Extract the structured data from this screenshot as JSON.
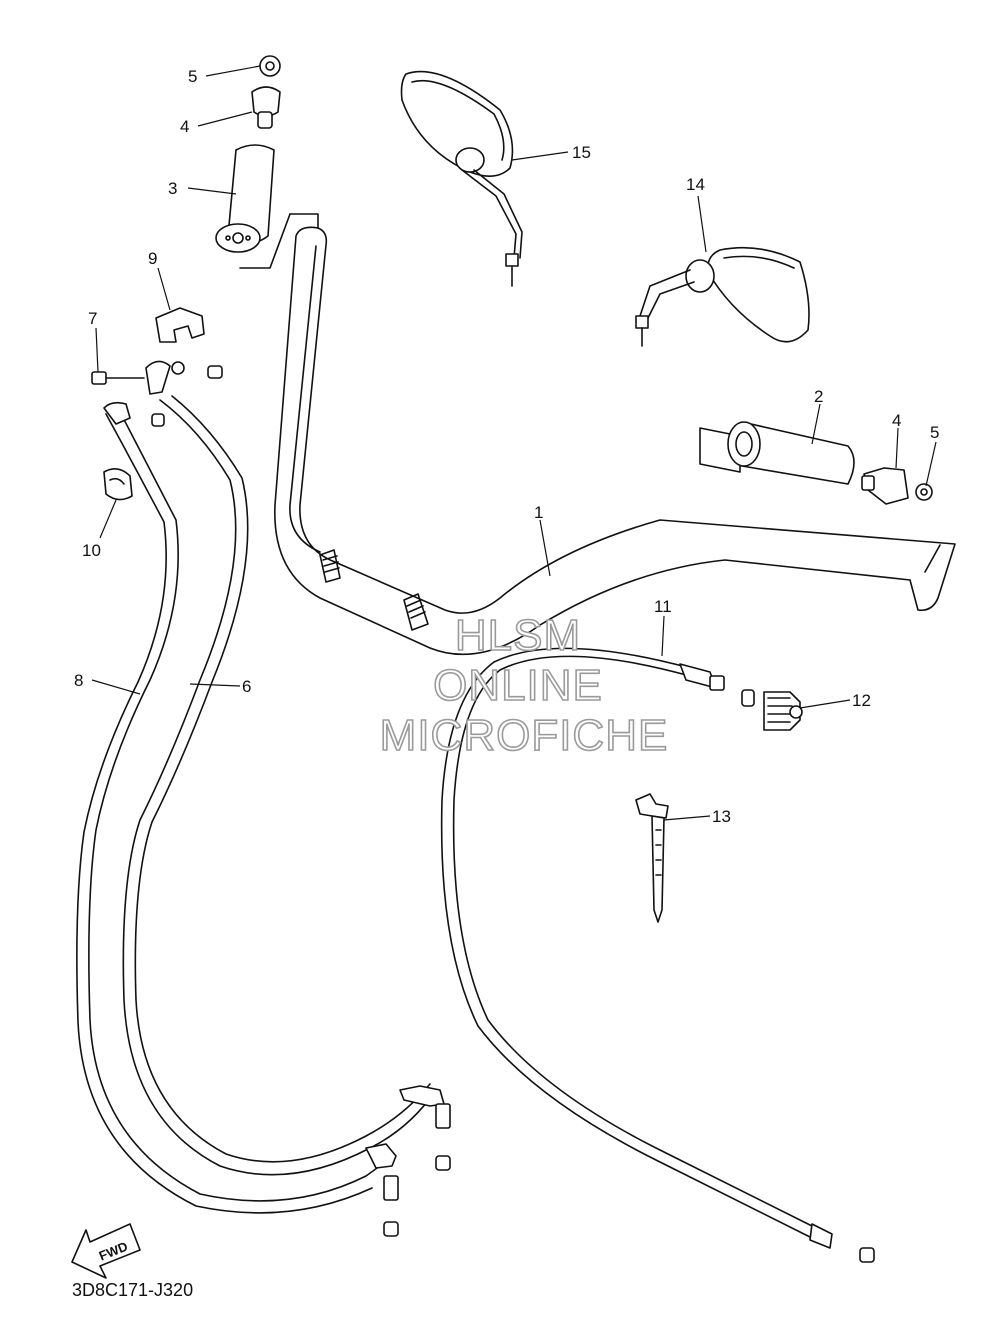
{
  "diagram": {
    "part_code": "3D8C171-J320",
    "fwd_label": "FWD",
    "watermark": [
      "HLSM",
      "ONLINE",
      "MICROFICHE"
    ],
    "callouts": [
      {
        "key": "c1",
        "text": "1"
      },
      {
        "key": "c2",
        "text": "2"
      },
      {
        "key": "c3",
        "text": "3"
      },
      {
        "key": "c4a",
        "text": "4"
      },
      {
        "key": "c4b",
        "text": "4"
      },
      {
        "key": "c5a",
        "text": "5"
      },
      {
        "key": "c5b",
        "text": "5"
      },
      {
        "key": "c6",
        "text": "6"
      },
      {
        "key": "c7",
        "text": "7"
      },
      {
        "key": "c8",
        "text": "8"
      },
      {
        "key": "c9",
        "text": "9"
      },
      {
        "key": "c10",
        "text": "10"
      },
      {
        "key": "c11",
        "text": "11"
      },
      {
        "key": "c12",
        "text": "12"
      },
      {
        "key": "c13",
        "text": "13"
      },
      {
        "key": "c14",
        "text": "14"
      },
      {
        "key": "c15",
        "text": "15"
      }
    ]
  }
}
